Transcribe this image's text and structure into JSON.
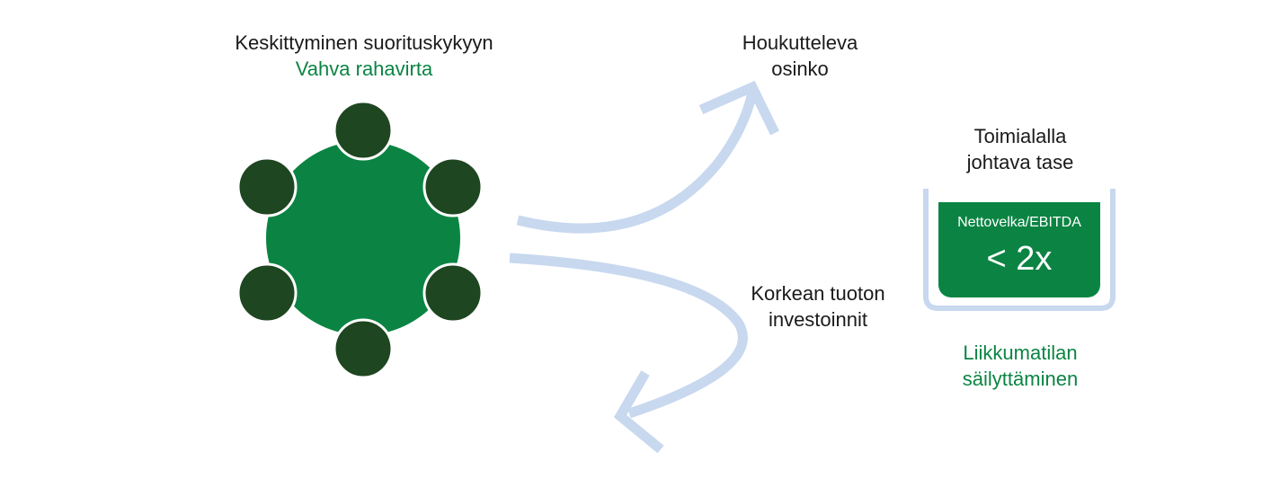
{
  "left": {
    "title": "Keskittyminen suorituskykyyn",
    "subtitle": "Vahva rahavirta"
  },
  "dividend": {
    "line1": "Houkutteleva",
    "line2": "osinko"
  },
  "investments": {
    "line1": "Korkean tuoton",
    "line2": "investoinnit"
  },
  "balance": {
    "line1": "Toimialalla",
    "line2": "johtava tase",
    "metric_label": "Nettovelka/EBITDA",
    "metric_value": "< 2x"
  },
  "flexibility": {
    "line1": "Liikkumatilan",
    "line2": "säilyttäminen"
  },
  "colors": {
    "green": "#0b8443",
    "dark_green": "#1e4620",
    "arrow": "#c7d8ef"
  }
}
